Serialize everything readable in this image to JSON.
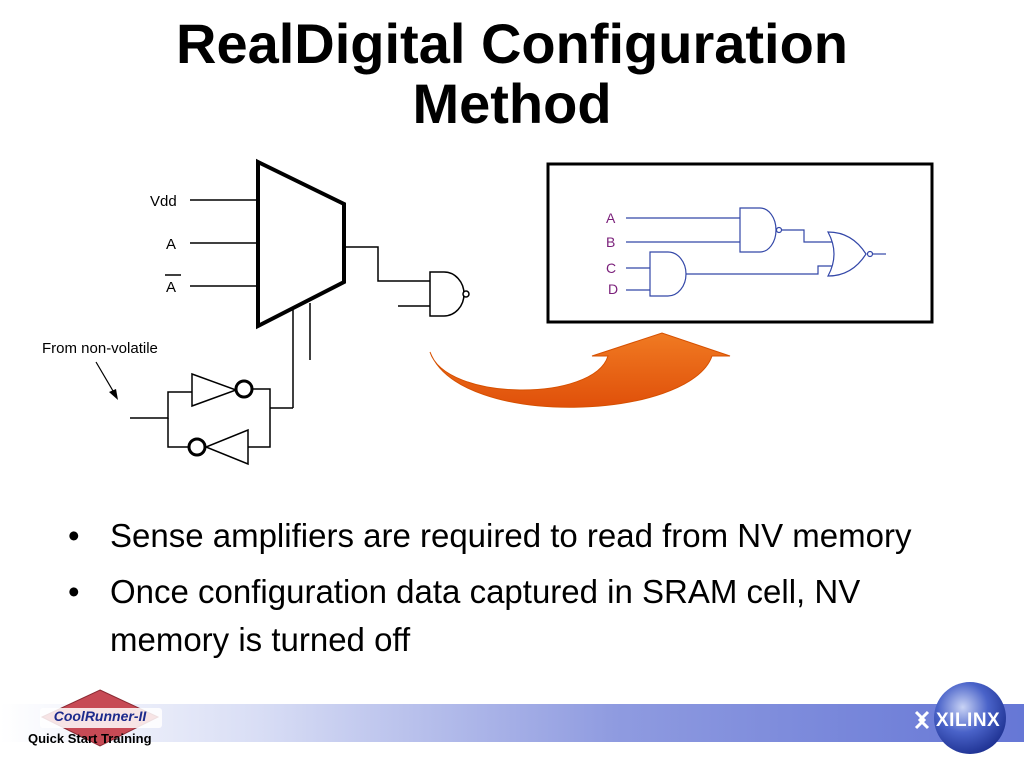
{
  "title": {
    "line1": "RealDigital Configuration",
    "line2": "Method"
  },
  "diagram": {
    "mux_inputs": [
      "Vdd",
      "A",
      "A"
    ],
    "nonvolatile_label": "From non-volatile",
    "logic_inputs": [
      "A",
      "B",
      "C",
      "D"
    ],
    "colors": {
      "arrow": "#e85e10",
      "logic_label": "#7a1f7a"
    }
  },
  "bullets": [
    "Sense amplifiers are required to read from NV memory",
    "Once configuration data captured in SRAM cell, NV memory is turned off"
  ],
  "footer": {
    "logo_text": "CoolRunner-II",
    "training_label": "Quick Start Training",
    "brand": "XILINX"
  }
}
